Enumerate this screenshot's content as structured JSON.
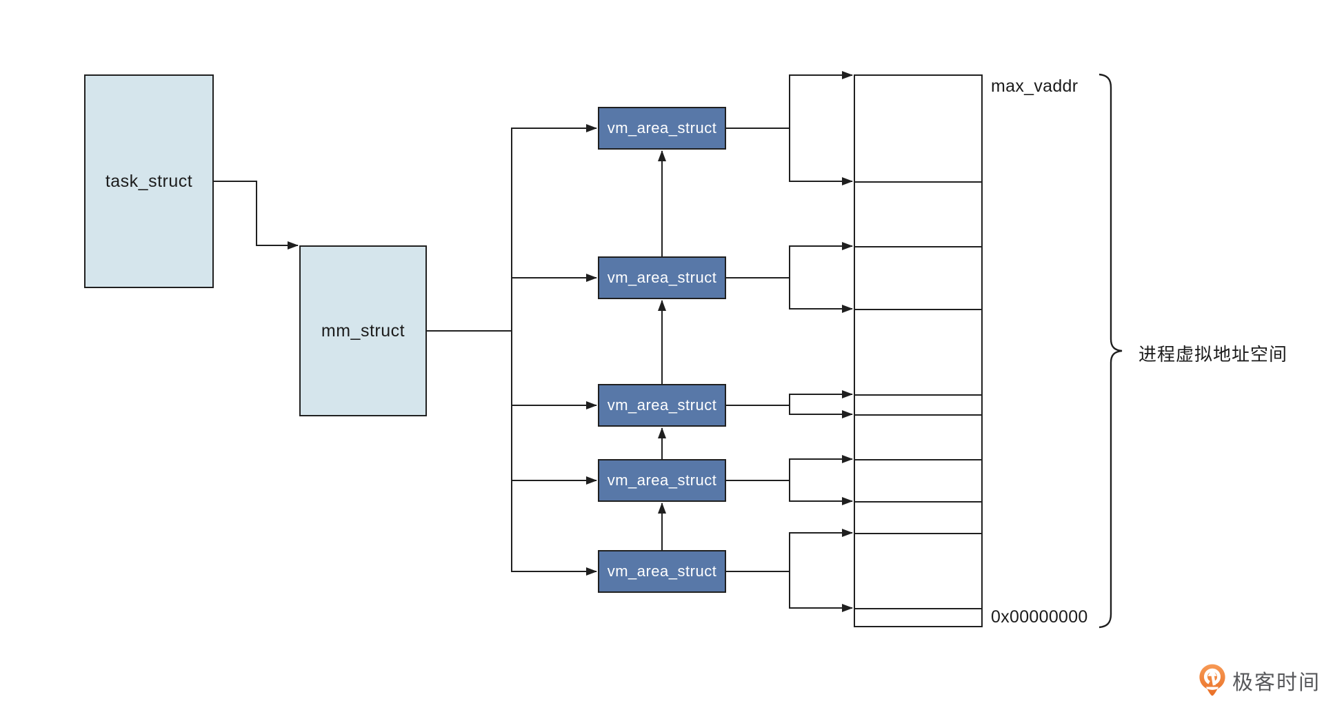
{
  "diagram": {
    "task_node": "task_struct",
    "mm_node": "mm_struct",
    "vm_nodes": [
      "vm_area_struct",
      "vm_area_struct",
      "vm_area_struct",
      "vm_area_struct",
      "vm_area_struct"
    ],
    "memory_map": {
      "top_address_label": "max_vaddr",
      "bottom_address_label": "0x00000000",
      "segment_count": 10
    },
    "brace_label": "进程虚拟地址空间"
  },
  "branding": {
    "logo_text": "极客时间",
    "logo_icon": "geektime-pin-icon"
  },
  "colors": {
    "struct_fill_light": "#D5E5EC",
    "vma_fill": "#5878A8",
    "line": "#1F1F1F",
    "logo_orange": "#EE7C2F",
    "logo_text_gray": "#57585B",
    "background": "#FFFFFF"
  }
}
